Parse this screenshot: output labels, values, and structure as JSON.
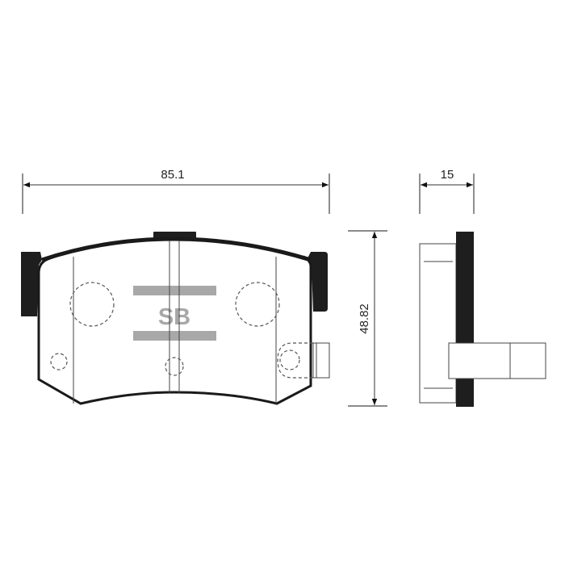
{
  "diagram": {
    "subject": "brake pad technical drawing",
    "views": [
      "front",
      "side"
    ],
    "dimensions": {
      "width": "85.1",
      "height": "48.82",
      "thickness": "15"
    },
    "logo": {
      "text": "SB",
      "color": "#a8a8a8"
    },
    "colors": {
      "outline": "#1a1a1a",
      "backing_plate": "#1e1e1e",
      "dimension_line": "#333333",
      "dashed": "#555555"
    }
  }
}
